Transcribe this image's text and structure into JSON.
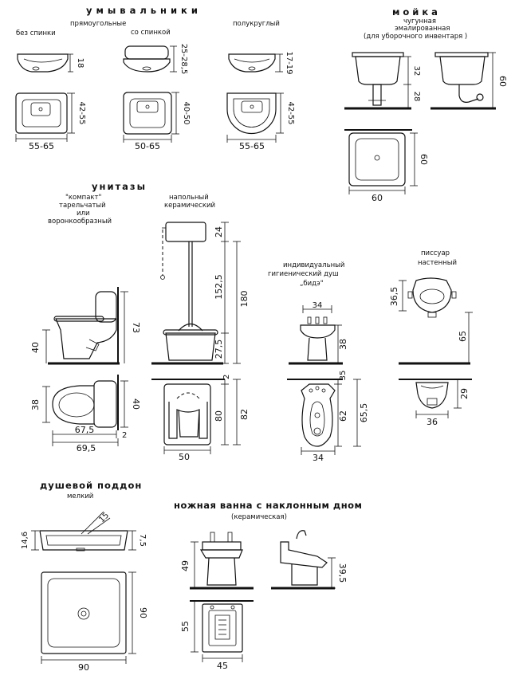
{
  "washbasins": {
    "title": "умывальники",
    "sub_rect": "прямоугольные",
    "no_back": "без спинки",
    "with_back": "со спинкой",
    "semi": "полукруглый",
    "d1_h": "18",
    "d1_d": "42-55",
    "d1_w": "55-65",
    "d2_h": "25-28,5",
    "d2_d": "40-50",
    "d2_w": "50-65",
    "d3_h": "17-19",
    "d3_d": "42-55",
    "d3_w": "55-65"
  },
  "sink": {
    "title": "мойка",
    "line1": "чугунная",
    "line2": "эмалированная",
    "line3": "(для уборочного инвентаря )",
    "d_32": "32",
    "d_28": "28",
    "d_60h": "60",
    "d_60d": "60",
    "d_60w": "60"
  },
  "toilets": {
    "title": "унитазы",
    "compact1": "\"компакт\"",
    "compact2": "тарельчатый",
    "compact3": "или",
    "compact4": "воронкообразный",
    "floor1": "напольный",
    "floor2": "керамический",
    "d_40": "40",
    "d_73": "73",
    "d_38": "38",
    "d_40b": "40",
    "d_675": "67,5",
    "d_2": "2",
    "d_695": "69,5",
    "d_24": "24",
    "d_1525": "152,5",
    "d_180": "180",
    "d_275": "27,5",
    "d_2b": "2",
    "d_80": "80",
    "d_82": "82",
    "d_50": "50"
  },
  "bidet": {
    "line1": "индивидуальный",
    "line2": "гигиенический душ",
    "line3": "„бидэ\"",
    "d_34": "34",
    "d_38": "38",
    "d_35": "35",
    "d_62": "62",
    "d_655": "65,5",
    "d_34b": "34"
  },
  "urinal": {
    "line1": "писсуар",
    "line2": "настенный",
    "d_365": "36,5",
    "d_65": "65",
    "d_29": "29",
    "d_36": "36"
  },
  "shower": {
    "title": "душевой поддон",
    "sub": "мелкий",
    "d_146": "14,6",
    "d_15": "15",
    "d_75": "7,5",
    "d_90h": "90",
    "d_90w": "90"
  },
  "footbath": {
    "title": "ножная ванна с наклонным дном",
    "sub": "(керамическая)",
    "d_49": "49",
    "d_395": "39,5",
    "d_55": "55",
    "d_45": "45"
  }
}
